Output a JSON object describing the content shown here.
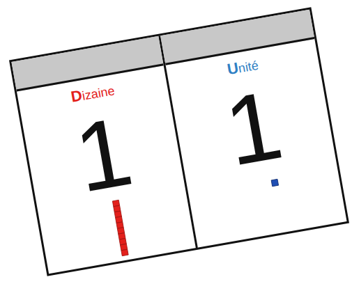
{
  "diagram": {
    "nodes": [
      {
        "text": [
          "Dizaine",
          "1"
        ]
      },
      {
        "text": [
          "Unité",
          "1"
        ]
      }
    ]
  }
}
